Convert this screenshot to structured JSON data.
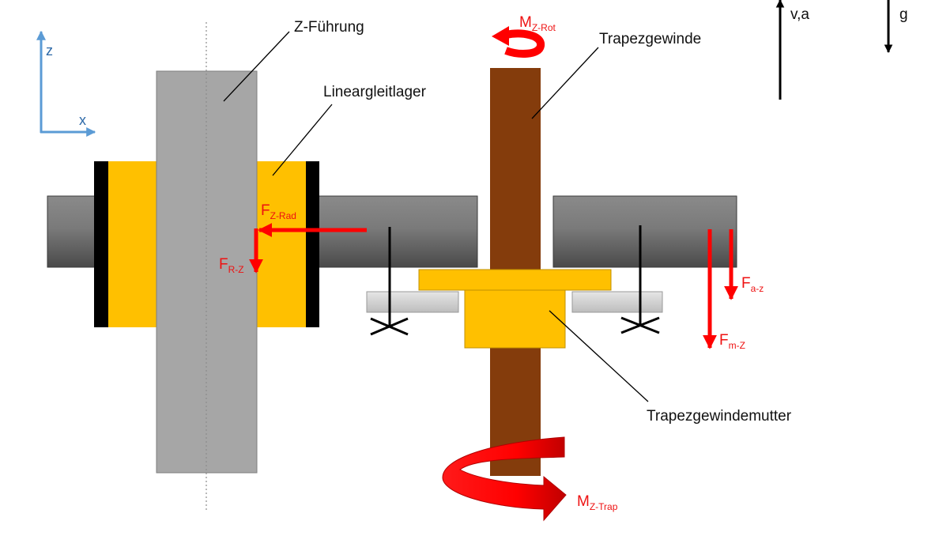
{
  "labels": {
    "z_fuehrung": "Z-Führung",
    "lineargleitlager": "Lineargleitlager",
    "trapezgewinde": "Trapezgewinde",
    "trapezgewindemutter": "Trapezgewindemutter",
    "velocity": "v,a",
    "gravity": "g"
  },
  "axes": {
    "z": "z",
    "x": "x"
  },
  "forces": {
    "fz_rad": {
      "main": "F",
      "sub": "Z-Rad"
    },
    "fr_z": {
      "main": "F",
      "sub": "R-Z"
    },
    "fa_z": {
      "main": "F",
      "sub": "a-z"
    },
    "fm_z": {
      "main": "F",
      "sub": "m-Z"
    },
    "mz_rot": {
      "main": "M",
      "sub": "Z-Rot"
    },
    "mz_trap": {
      "main": "M",
      "sub": "Z-Trap"
    }
  },
  "colors": {
    "guide_gray": "#a6a6a6",
    "bearing_yellow": "#ffc000",
    "screw_brown": "#843c0c",
    "force_red": "#ff0000",
    "axis_blue": "#5b9bd5"
  }
}
